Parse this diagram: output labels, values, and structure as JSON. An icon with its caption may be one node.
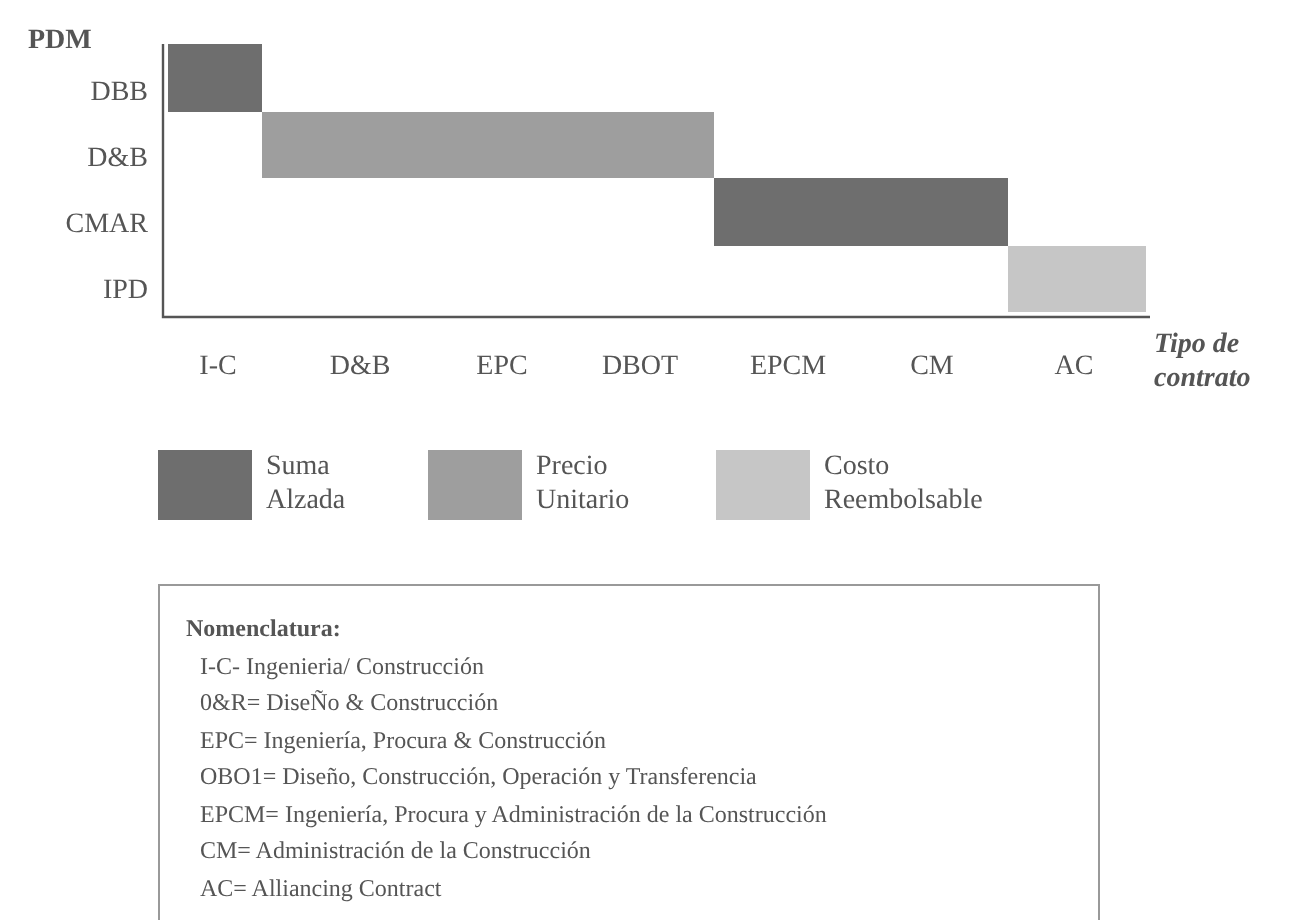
{
  "diagram": {
    "nodes": [
      {
        "text": [
          "Nomenclatura:",
          "I-C- Ingenieria/ Construcción",
          "0&R= DiseÑo & Construcción",
          "EPC= Ingeniería, Procura & Construcción",
          "OBO1= Diseño, Construcción, Operación y Transferencia",
          "EPCM= Ingeniería, Procura y Administración de la Construcción",
          "CM= Administración de la Construcción",
          "AC= Alliancing Contract"
        ]
      }
    ],
    "edges": [],
    "labels": [
      "PDM",
      "DBB",
      "D&B",
      "CMAR",
      "IPD",
      "I-C",
      "D&B",
      "EPC",
      "DBOT",
      "EPCM",
      "CM",
      "AC",
      "Tipo de contrato"
    ],
    "legend": [
      {
        "text": "Suma Alzada",
        "color": "#6e6e6e"
      },
      {
        "text": "Precio Unitario",
        "color": "#9e9e9e"
      },
      {
        "text": "Costo Reembolsable",
        "color": "#c6c6c6"
      }
    ]
  }
}
